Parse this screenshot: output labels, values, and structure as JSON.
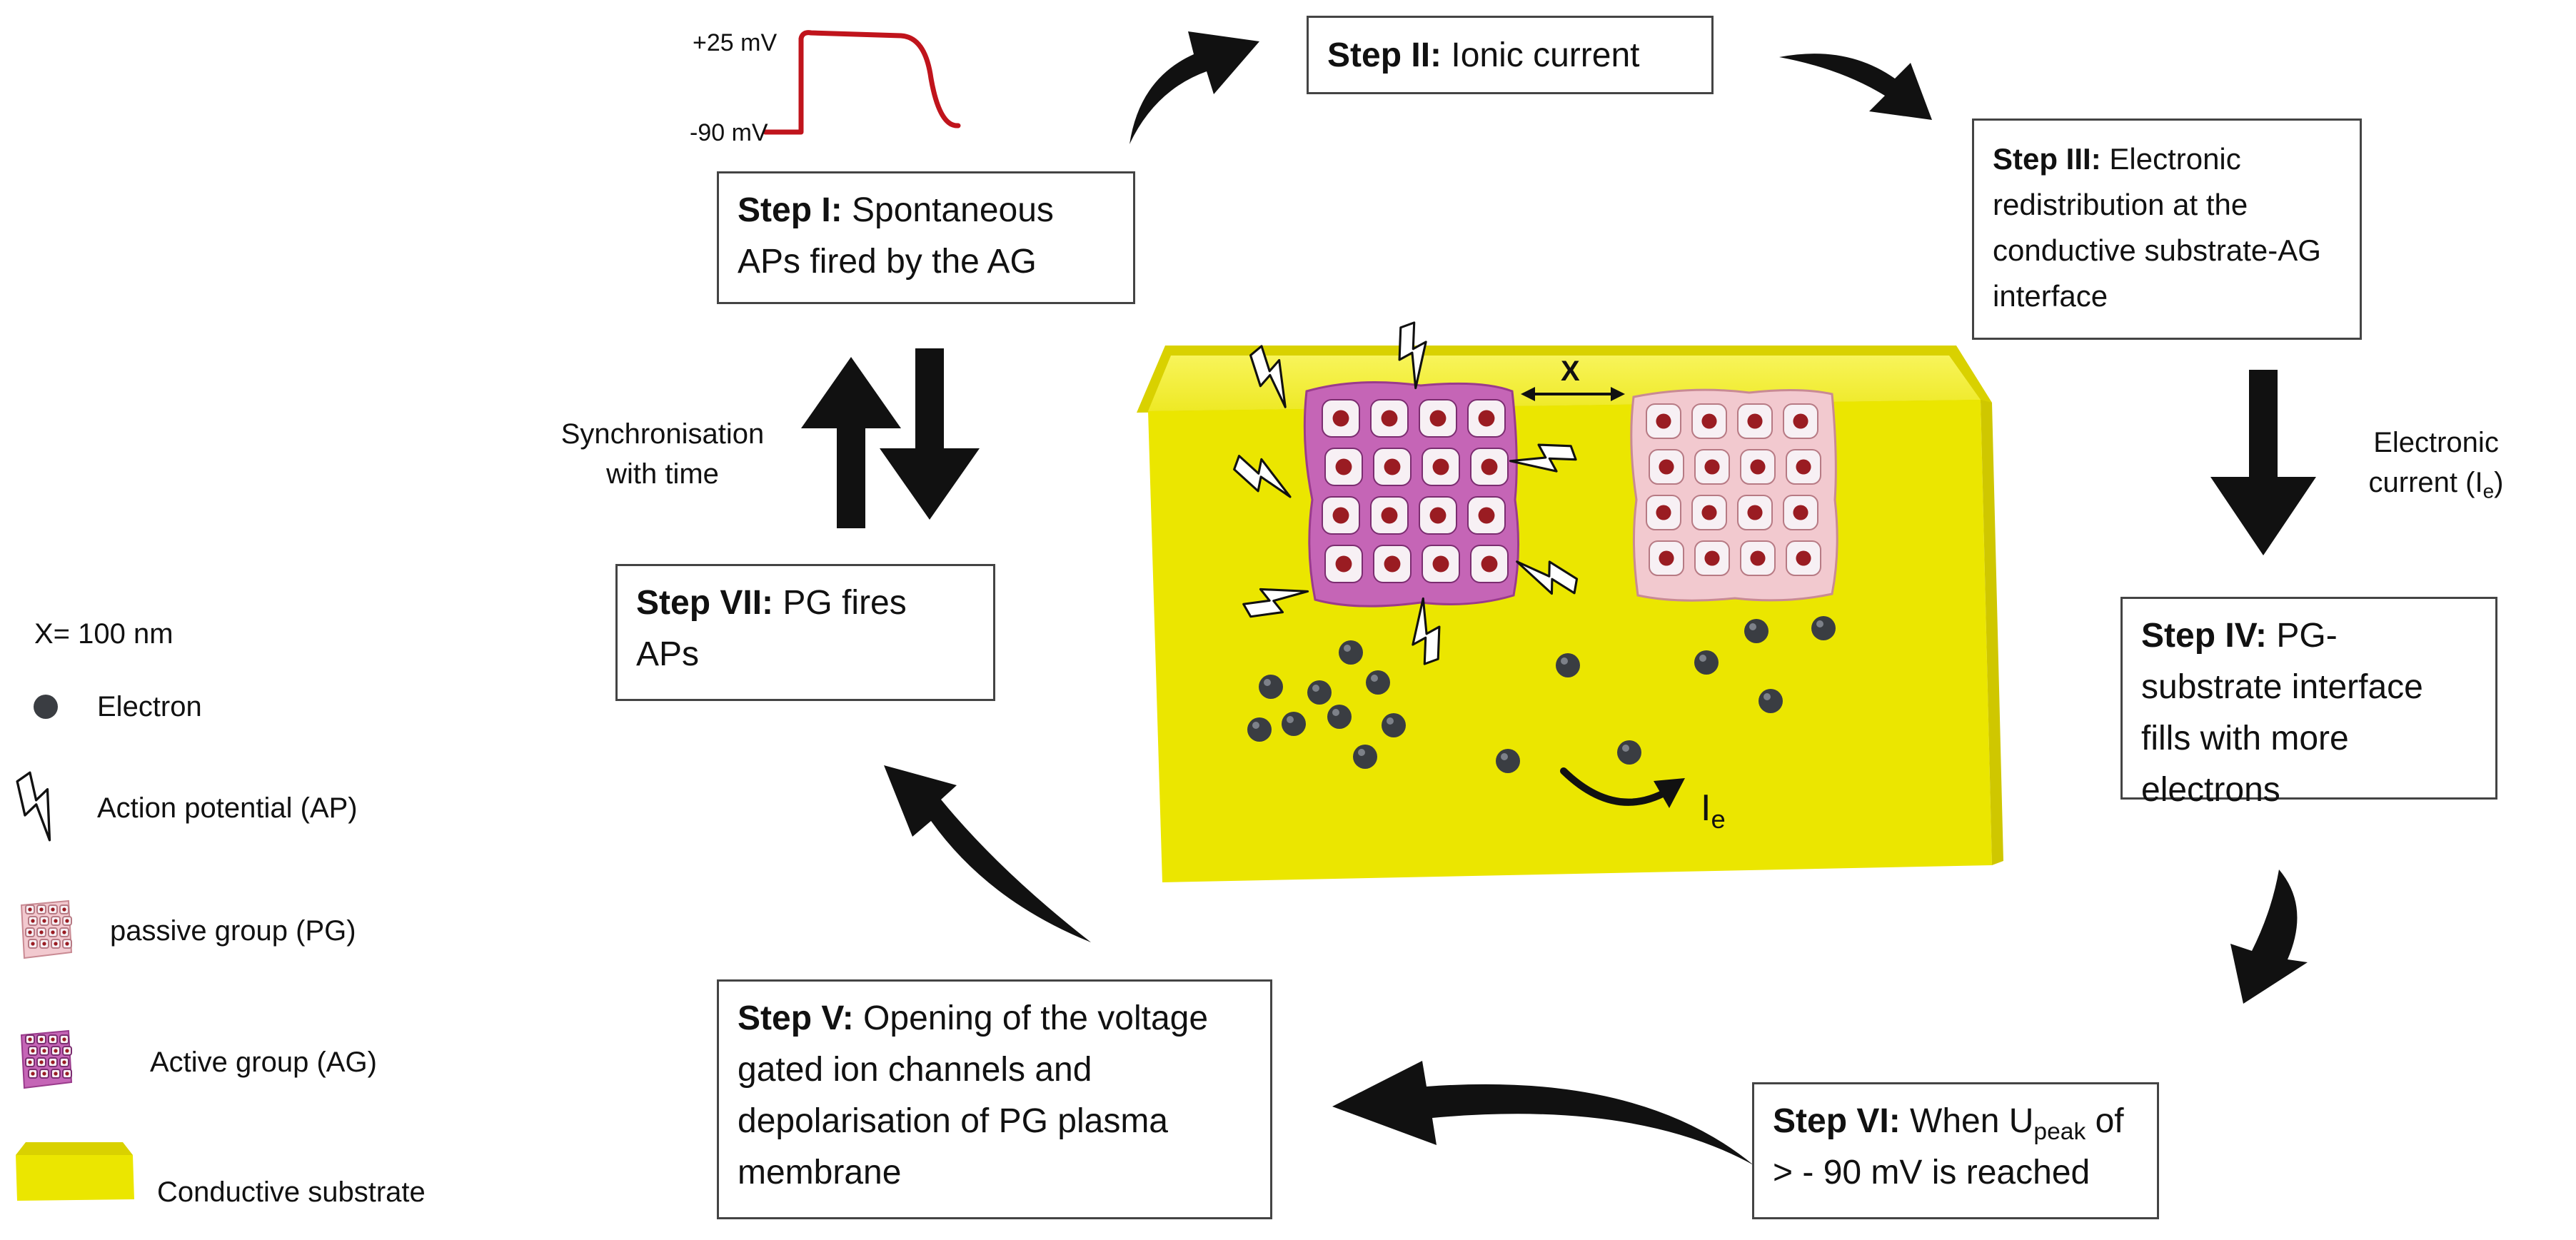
{
  "ap_trace": {
    "top_label": "+25 mV",
    "bottom_label": "-90 mV",
    "color": "#c0141c"
  },
  "steps": {
    "s1": {
      "title": "Step I:",
      "text": "Spontaneous APs fired  by the AG"
    },
    "s2": {
      "title": "Step II:",
      "text": "Ionic current"
    },
    "s3": {
      "title": "Step III:",
      "text": "Electronic redistribution at the conductive substrate-AG interface"
    },
    "s4": {
      "title": "Step IV:",
      "text": "PG-substrate interface fills with more electrons"
    },
    "s5": {
      "title": "Step V:",
      "text": "Opening of the voltage gated ion channels and depolarisation of PG plasma membrane"
    },
    "s6": {
      "title": "Step VI:",
      "pre": "When U",
      "sub": "peak",
      "post": " of > - 90 mV is reached"
    },
    "s7": {
      "title": "Step VII:",
      "text": "PG fires APs"
    }
  },
  "labels": {
    "sync_line1": "Synchronisation",
    "sync_line2": "with time",
    "elec_line1": "Electronic",
    "elec_line2_pre": "current (I",
    "elec_line2_sub": "e",
    "elec_line2_post": ")",
    "distance_marker": "X",
    "current_main": "I",
    "current_sub": "e"
  },
  "legend": {
    "scale": "X= 100 nm",
    "electron": "Electron",
    "action_potential": "Action potential (AP)",
    "passive_group": "passive group (PG)",
    "active_group": "Active group (AG)",
    "substrate": "Conductive substrate"
  },
  "colors": {
    "substrate_top": "#f3ee22",
    "substrate_front": "#ebe600",
    "substrate_side": "#cfc700",
    "active_group": "#c565b6",
    "passive_group": "#f2c9cf",
    "nucleus": "#9a1c22",
    "electron": "#3a3d42",
    "arrow": "#111111"
  },
  "icons": [
    "action-potential-bolt-icon",
    "electron-icon",
    "cell-patch-icon",
    "substrate-block-icon"
  ]
}
